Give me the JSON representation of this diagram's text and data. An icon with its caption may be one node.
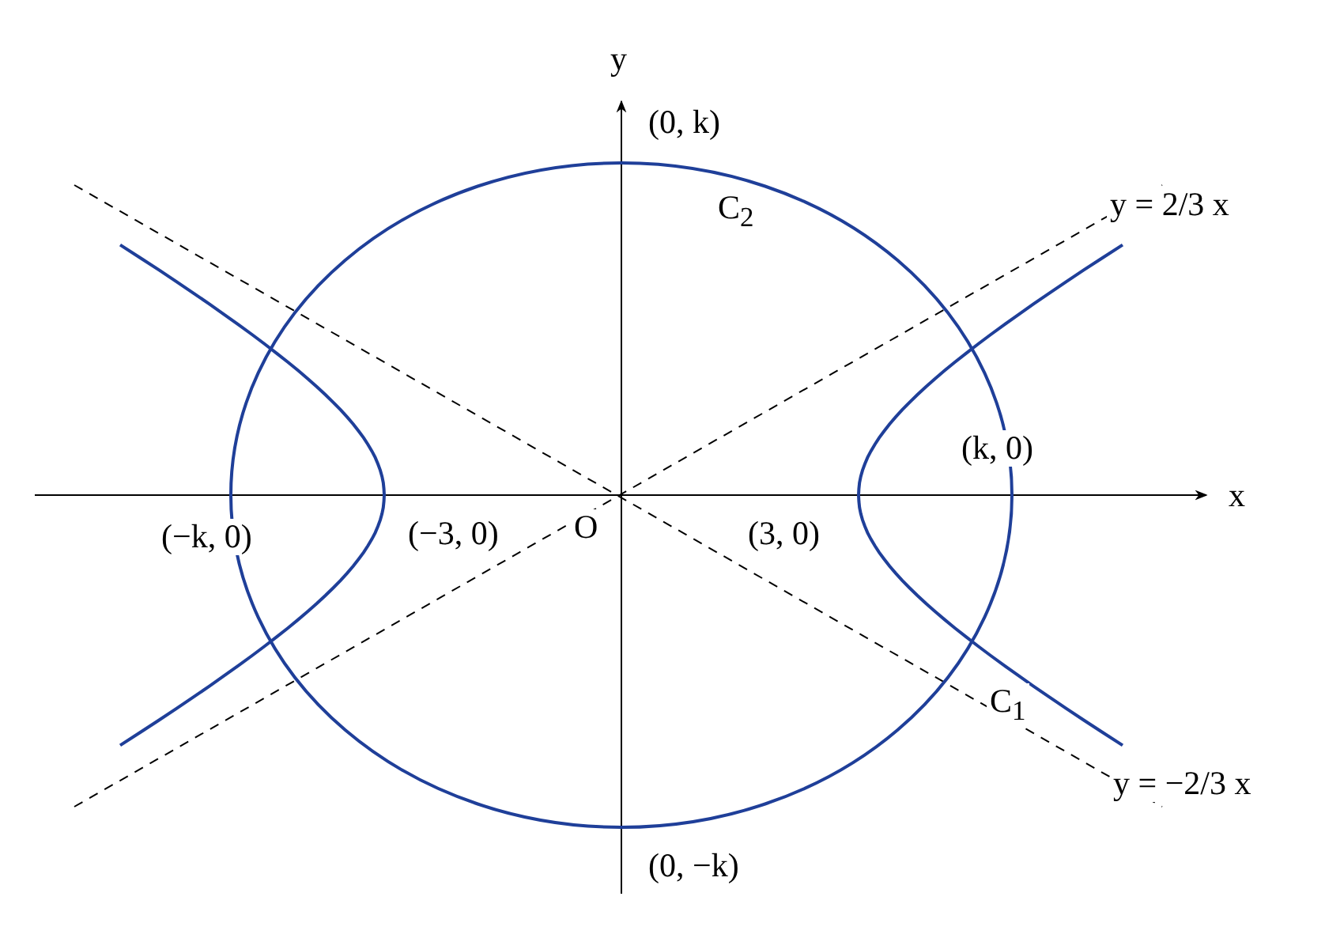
{
  "diagram": {
    "labels": [
      "y",
      "(0, k)",
      "C$_{2}$",
      "y = 2/3 x",
      "(k, 0)",
      "x",
      "(−k, 0)",
      "(−3, 0)",
      "O",
      "(3, 0)",
      "C$_{1}$",
      "y = −2/3 x",
      "(0, −k)"
    ]
  }
}
